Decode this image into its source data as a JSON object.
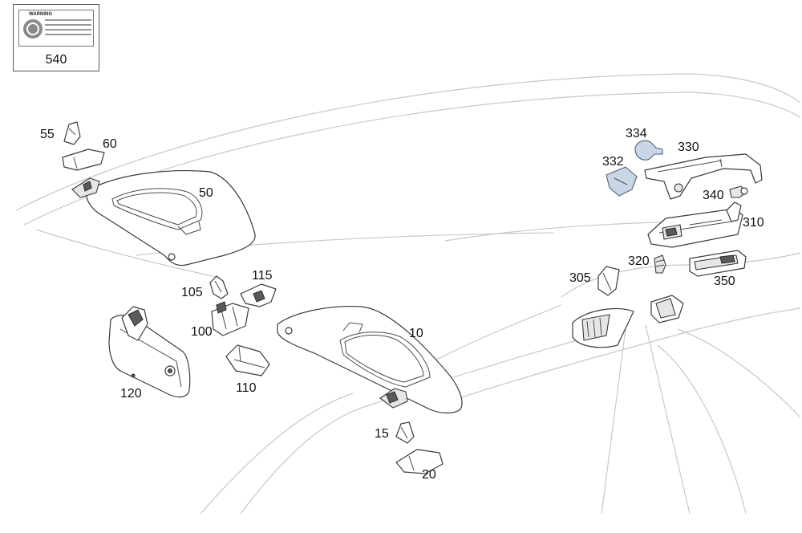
{
  "warning_label": {
    "part_number": "540",
    "header_text": "WARNING"
  },
  "callouts": {
    "c10": "10",
    "c15": "15",
    "c20": "20",
    "c50": "50",
    "c55": "55",
    "c60": "60",
    "c100": "100",
    "c105": "105",
    "c110": "110",
    "c115": "115",
    "c120": "120",
    "c305": "305",
    "c310": "310",
    "c320": "320",
    "c330": "330",
    "c332": "332",
    "c334": "334",
    "c340": "340",
    "c350": "350"
  },
  "colors": {
    "outline": "#3a3a3a",
    "body_line": "#c8c8c8",
    "clip_highlight": "#c9d6e6"
  }
}
